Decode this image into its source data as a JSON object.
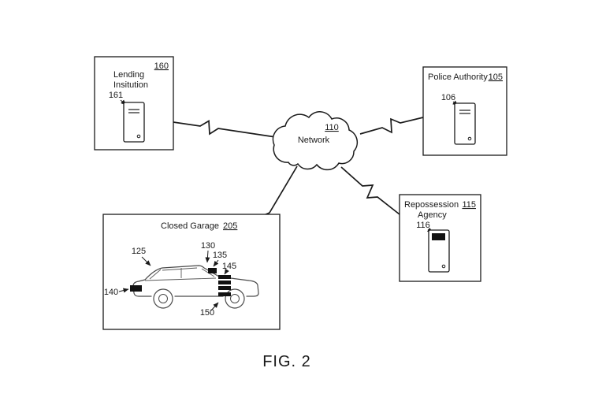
{
  "caption": "FIG. 2",
  "colors": {
    "ink": "#1a1a1a",
    "background": "#ffffff"
  },
  "network": {
    "ref": "110",
    "label": "Network"
  },
  "lending": {
    "line1": "Lending",
    "line2": "Insitution",
    "ref": "160",
    "device_ref": "161"
  },
  "police": {
    "title": "Police Authority",
    "ref": "105",
    "device_ref": "106"
  },
  "repossession": {
    "line1": "Repossession",
    "line2": "Agency",
    "ref": "115",
    "device_ref": "116"
  },
  "garage": {
    "title": "Closed Garage",
    "ref": "205"
  },
  "car": {
    "ref_125": "125",
    "ref_130": "130",
    "ref_135": "135",
    "ref_145": "145",
    "ref_140": "140",
    "ref_150": "150"
  }
}
